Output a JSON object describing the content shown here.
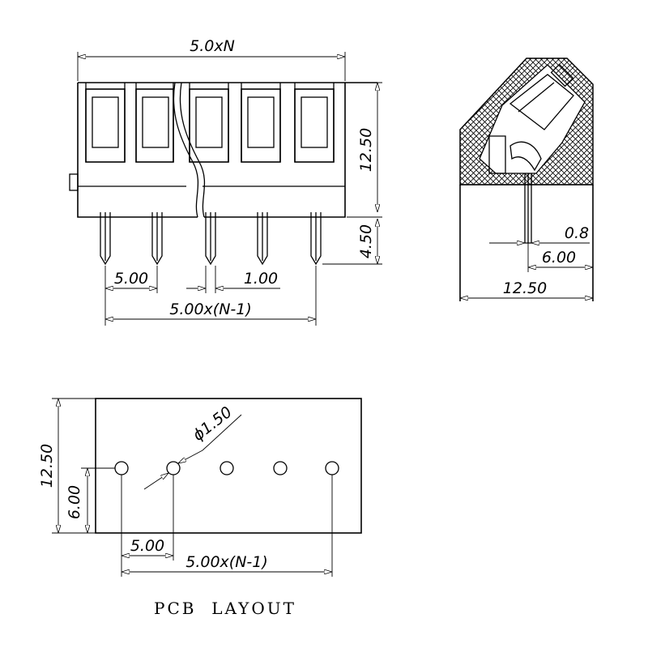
{
  "front_view": {
    "width_label": "5.0xN",
    "height_label": "12.50",
    "pin_length_label": "4.50",
    "pitch_label": "5.00",
    "pin_width_label": "1.00",
    "span_label": "5.00x(N-1)"
  },
  "side_view": {
    "pin_thickness_label": "0.8",
    "pin_offset_label": "6.00",
    "depth_label": "12.50"
  },
  "pcb_layout": {
    "title": "PCB  LAYOUT",
    "height_label": "12.50",
    "hole_offset_label": "6.00",
    "hole_diameter_label": "ϕ1.50",
    "pitch_label": "5.00",
    "span_label": "5.00x(N-1)"
  }
}
